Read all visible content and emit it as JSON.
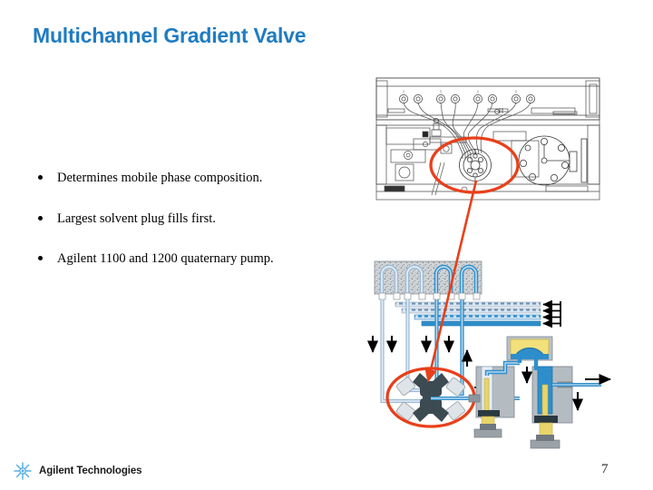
{
  "slide": {
    "title": "Multichannel Gradient Valve",
    "page_number": "7",
    "background_color": "#ffffff",
    "title_color": "#1f7cc2"
  },
  "bullets": [
    {
      "text": "Determines mobile phase composition."
    },
    {
      "text": "Largest solvent plug fills first."
    },
    {
      "text": "Agilent 1100 and 1200 quaternary pump."
    }
  ],
  "footer": {
    "company": "Agilent Technologies",
    "logo_icon": "agilent-spark-icon",
    "logo_color": "#56b0e0"
  },
  "figures": {
    "top": {
      "name": "pump-module-line-drawing",
      "description": "Top-view technical line drawing of Agilent quaternary pump module with solvent inlet fittings and tubing",
      "highlight": {
        "shape": "ellipse",
        "color": "#e8401a",
        "target": "multichannel-gradient-valve"
      }
    },
    "bottom": {
      "name": "solvent-flow-schematic",
      "description": "Schematic of degasser, solvent lines, multichannel gradient valve and dual pump heads",
      "highlight": {
        "shape": "ellipse",
        "color": "#e8401a",
        "target": "multichannel-gradient-valve"
      },
      "parts": [
        {
          "name": "degasser-block",
          "color": "#c9cdd1"
        },
        {
          "name": "solvent-channel-a",
          "color": "#a9c8e4"
        },
        {
          "name": "solvent-channel-b",
          "color": "#a9c8e4"
        },
        {
          "name": "solvent-channel-c",
          "color": "#2e8ecb"
        },
        {
          "name": "solvent-channel-d",
          "color": "#2e8ecb"
        },
        {
          "name": "gradient-valve",
          "color": "#3c4a52"
        },
        {
          "name": "pump-head-primary",
          "color": "#b4bcc2"
        },
        {
          "name": "pump-head-secondary",
          "color": "#b4bcc2"
        },
        {
          "name": "damper",
          "color": "#f2e07a"
        },
        {
          "name": "piston",
          "color": "#e8d56a"
        },
        {
          "name": "outlet-arrow",
          "color": "#000000"
        }
      ]
    },
    "callout_arrow": {
      "name": "callout-arrow",
      "color": "#e8401a",
      "from": "top-valve",
      "to": "bottom-valve"
    }
  }
}
